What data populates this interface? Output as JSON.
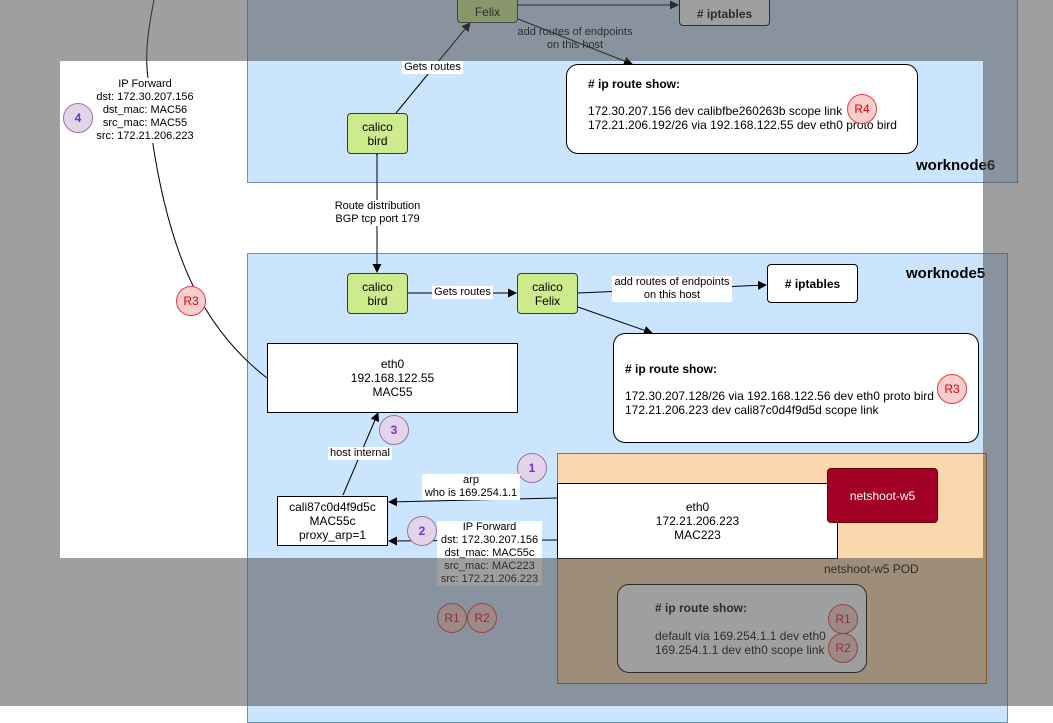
{
  "worknode6": {
    "title": "worknode6",
    "calico_felix": "Felix",
    "iptables": "# iptables",
    "felix_label": [
      "add routes of endpoints",
      "on this host"
    ],
    "gets_routes": "Gets routes",
    "calico_bird": [
      "calico",
      "bird"
    ],
    "route_show": {
      "title": "# ip  route show:",
      "lines": [
        "172.30.207.156 dev calibfbe260263b scope link",
        "172.21.206.192/26 via 192.168.122.55 dev eth0 proto bird"
      ],
      "badge": "R4"
    }
  },
  "route_distribution": [
    "Route distribution",
    "BGP tcp port 179"
  ],
  "worknode5": {
    "title": "worknode5",
    "calico_bird": [
      "calico",
      "bird"
    ],
    "gets_routes": "Gets routes",
    "calico_felix": [
      "calico",
      "Felix"
    ],
    "felix_label": [
      "add routes of endpoints",
      "on this host"
    ],
    "iptables": "# iptables",
    "eth0": [
      "eth0",
      "192.168.122.55",
      "MAC55"
    ],
    "route_show": {
      "title": "# ip route show:",
      "lines": [
        "172.30.207.128/26 via 192.168.122.56 dev eth0 proto bird",
        "172.21.206.223 dev cali87c0d4f9d5d scope link"
      ],
      "badge": "R3"
    },
    "cali_iface": [
      "cali87c0d4f9d5c",
      "MAC55c",
      "proxy_arp=1"
    ],
    "host_internal": "host internal"
  },
  "pod": {
    "name": "netshoot-w5",
    "label": "netshoot-w5 POD",
    "eth0": [
      "eth0",
      "172.21.206.223",
      "MAC223"
    ],
    "route_show": {
      "title": "# ip route show:",
      "lines": [
        "default via 169.254.1.1 dev eth0",
        "169.254.1.1 dev eth0 scope link"
      ],
      "badges": [
        "R1",
        "R2"
      ]
    }
  },
  "arp_label": [
    "arp",
    "who is 169.254.1.1"
  ],
  "forward_pod": [
    "IP Forward",
    "dst: 172.30.207.156",
    "dst_mac: MAC55c",
    "src_mac: MAC223",
    "src: 172.21.206.223"
  ],
  "forward_node": [
    "IP Forward",
    "dst: 172.30.207.156",
    "dst_mac: MAC56",
    "src_mac: MAC55",
    "src: 172.21.206.223"
  ],
  "steps": [
    "1",
    "2",
    "3",
    "4"
  ],
  "route_badges": {
    "r1": "R1",
    "r2": "R2",
    "r3": "R3"
  },
  "colors": {
    "node_fill": "#cce5ff",
    "pod_fill": "#fad7ac",
    "calico_fill": "#cdeb8b",
    "netshoot_fill": "#a20025",
    "badge_red": "#f8cecc",
    "badge_purple": "#e1d5e7",
    "dim_overlay": "#505050"
  }
}
